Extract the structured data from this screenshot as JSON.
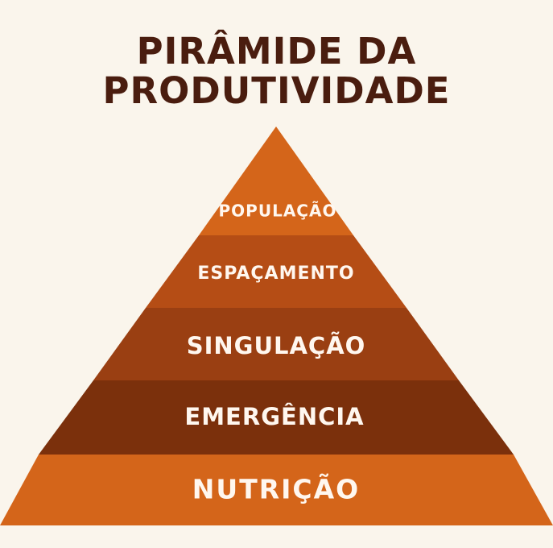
{
  "title": {
    "line1": "PIRÂMIDE DA",
    "line2": "PRODUTIVIDADE"
  },
  "pyramid": {
    "levels": [
      {
        "label": "POPULAÇÃO",
        "color": "#d4651a"
      },
      {
        "label": "ESPAÇAMENTO",
        "color": "#b54d15"
      },
      {
        "label": "SINGULAÇÃO",
        "color": "#9a3f12"
      },
      {
        "label": "EMERGÊNCIA",
        "color": "#7b300c"
      },
      {
        "label": "NUTRIÇÃO",
        "color": "#d4651a"
      }
    ]
  }
}
